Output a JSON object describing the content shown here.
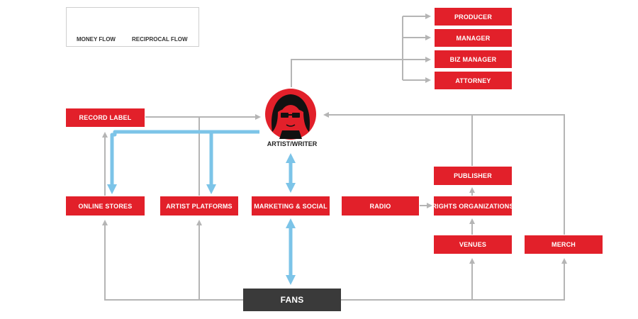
{
  "legend": {
    "money_flow": "MONEY FLOW",
    "reciprocal_flow": "RECIPROCAL FLOW"
  },
  "artist": {
    "label": "ARTIST/WRITER"
  },
  "team": {
    "producer": "PRODUCER",
    "manager": "MANAGER",
    "biz_manager": "BIZ MANAGER",
    "attorney": "ATTORNEY"
  },
  "nodes": {
    "record_label": "RECORD LABEL",
    "online_stores": "ONLINE STORES",
    "artist_platforms": "ARTIST PLATFORMS",
    "marketing_social": "MARKETING & SOCIAL",
    "radio": "RADIO",
    "rights_organizations": "RIGHTS ORGANIZATIONS",
    "publisher": "PUBLISHER",
    "venues": "VENUES",
    "merch": "MERCH",
    "fans": "FANS"
  },
  "colors": {
    "node_red": "#e2202a",
    "fans_dark": "#3a3a3a",
    "money_arrow": "#b5b5b5",
    "reciprocal_arrow": "#7cc4e8"
  },
  "icons": {
    "artist": "artist-avatar-icon",
    "money_flow": "gray-arrow-icon",
    "reciprocal_flow": "double-blue-arrow-icon"
  }
}
